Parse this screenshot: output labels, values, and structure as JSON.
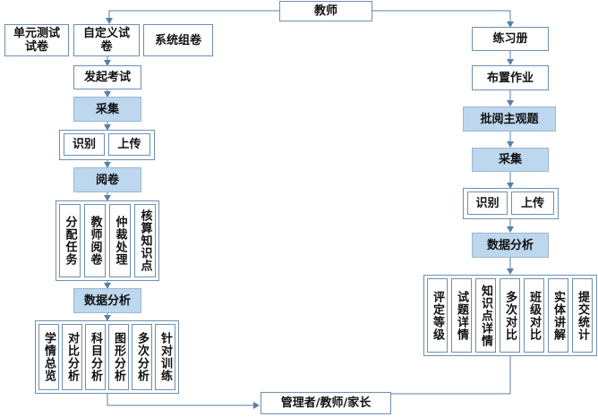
{
  "top": {
    "teacher": "教师",
    "recipients": "管理者/教师/家长"
  },
  "left": {
    "sources": [
      "单元测试试卷",
      "自定义试卷",
      "系统组卷"
    ],
    "launch_exam": "发起考试",
    "collect": "采集",
    "recognize": "识别",
    "upload": "上传",
    "grading": "阅卷",
    "grading_items": [
      "分配任务",
      "教师阅卷",
      "仲裁处理",
      "核算知识点"
    ],
    "analysis": "数据分析",
    "analysis_items": [
      "学情总览",
      "对比分析",
      "科目分析",
      "图形分析",
      "多次分析",
      "针对训练"
    ]
  },
  "right": {
    "workbook": "练习册",
    "assign_homework": "布置作业",
    "review_subjective": "批阅主观题",
    "collect": "采集",
    "recognize": "识别",
    "upload": "上传",
    "analysis": "数据分析",
    "analysis_items": [
      "评定等级",
      "试题详情",
      "知识点详情",
      "多次对比",
      "班级对比",
      "实体讲解",
      "提交统计"
    ]
  },
  "colors": {
    "accent_fill": "#bdd7ee",
    "border": "#6d8fb3",
    "arrow": "#5b7fa6"
  }
}
